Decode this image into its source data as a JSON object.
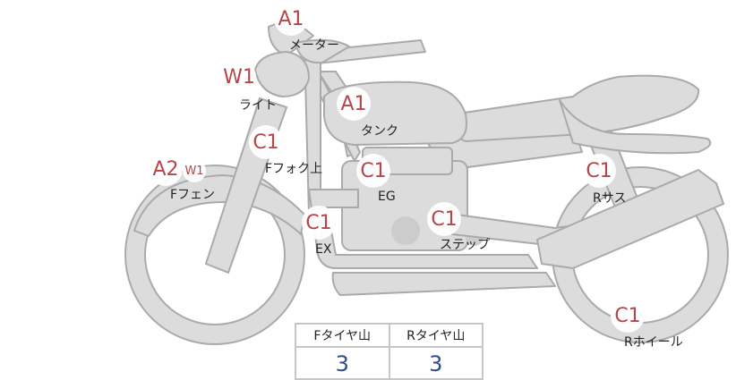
{
  "colors": {
    "frame_fill": "#dcdcdc",
    "frame_stroke": "#aaaaaa",
    "grade_text": "#b5474a",
    "tread_value_text": "#2f4d8c",
    "table_border": "#c6c6c6"
  },
  "parts": {
    "meter": {
      "grade": "A1",
      "label": "メーター"
    },
    "light": {
      "grade": "W1",
      "label": "ライト"
    },
    "tank": {
      "grade": "A1",
      "label": "タンク"
    },
    "front_fork": {
      "grade": "C1",
      "label": "Fフォク上"
    },
    "front_fender": {
      "grade": "A2",
      "grade_extra": "W1",
      "label": "Fフェン"
    },
    "engine": {
      "grade": "C1",
      "label": "EG"
    },
    "exhaust": {
      "grade": "C1",
      "label": "EX"
    },
    "step": {
      "grade": "C1",
      "label": "ステップ"
    },
    "rear_suspension": {
      "grade": "C1",
      "label": "Rサス"
    },
    "rear_wheel": {
      "grade": "C1",
      "label": "Rホイール"
    }
  },
  "tread_table": {
    "front_header": "Fタイヤ山",
    "rear_header": "Rタイヤ山",
    "front_value": "3",
    "rear_value": "3"
  }
}
